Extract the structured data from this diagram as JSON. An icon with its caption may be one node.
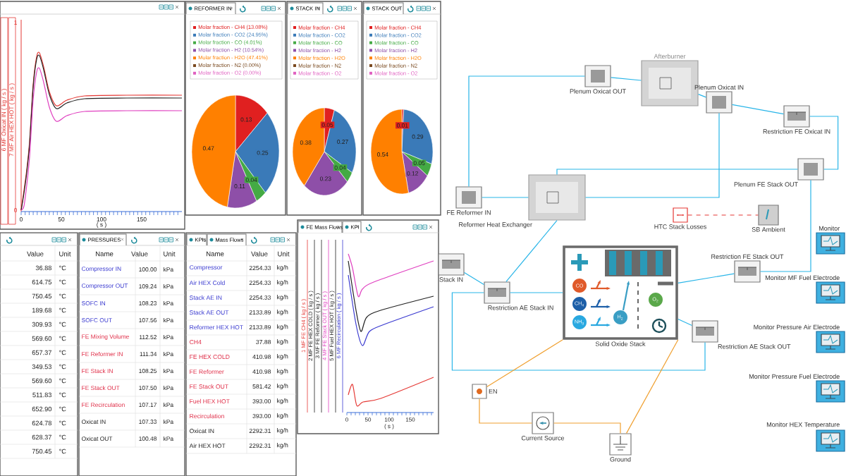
{
  "diagram": {
    "nodes": [
      {
        "text": [
          "Plenum Oxicat OUT"
        ]
      },
      {
        "text": [
          "Afterburner"
        ]
      },
      {
        "text": [
          "Plenum Oxicat IN"
        ]
      },
      {
        "text": [
          "Restriction FE Oxicat IN"
        ]
      },
      {
        "text": [
          "Plenum FE Stack OUT"
        ]
      },
      {
        "text": [
          "FE Reformer IN"
        ]
      },
      {
        "text": [
          "Reformer Heat Exchanger"
        ]
      },
      {
        "text": [
          "HTC Stack Losses"
        ]
      },
      {
        "text": [
          "SB Ambient"
        ]
      },
      {
        "text": [
          "Stack IN"
        ]
      },
      {
        "text": [
          "Restriction AE Stack IN"
        ]
      },
      {
        "text": [
          "Solid Oxide Stack"
        ]
      },
      {
        "text": [
          "Restriction FE Stack OUT"
        ]
      },
      {
        "text": [
          "Restriction AE Stack OUT"
        ]
      },
      {
        "text": [
          "EN"
        ]
      },
      {
        "text": [
          "Current Source"
        ]
      },
      {
        "text": [
          "Ground"
        ]
      },
      {
        "text": [
          "Monitor"
        ]
      },
      {
        "text": [
          "Monitor MF Fuel Electrode"
        ]
      },
      {
        "text": [
          "Monitor Pressure Air Electrode"
        ]
      },
      {
        "text": [
          "Monitor Pressure Fuel Electrode"
        ]
      },
      {
        "text": [
          "Monitor HEX Temperature"
        ]
      }
    ],
    "edges": [
      {
        "from": 0,
        "to": 1,
        "arrow": "none"
      },
      {
        "from": 1,
        "to": 2,
        "arrow": "none"
      },
      {
        "from": 2,
        "to": 3,
        "arrow": "none"
      },
      {
        "from": 3,
        "to": 4,
        "arrow": "none"
      },
      {
        "from": 6,
        "to": 2,
        "arrow": "none"
      },
      {
        "from": 0,
        "to": 5,
        "arrow": "none"
      },
      {
        "from": 4,
        "to": 6,
        "arrow": "none"
      },
      {
        "from": 5,
        "to": 6,
        "arrow": "none"
      },
      {
        "from": 6,
        "to": 10,
        "arrow": "none"
      },
      {
        "from": 9,
        "to": 10,
        "arrow": "none"
      },
      {
        "from": 10,
        "to": 11,
        "arrow": "none"
      },
      {
        "from": 11,
        "to": 13,
        "arrow": "none"
      },
      {
        "from": 12,
        "to": 11,
        "arrow": "none"
      },
      {
        "from": 12,
        "to": 4,
        "arrow": "none"
      },
      {
        "from": 10,
        "to": 13,
        "arrow": "none"
      },
      {
        "from": 11,
        "to": 14,
        "arrow": "none",
        "color": "#f0a030"
      },
      {
        "from": 14,
        "to": 15,
        "arrow": "none",
        "color": "#f0a030"
      },
      {
        "from": 15,
        "to": 16,
        "arrow": "none",
        "color": "#f0a030"
      },
      {
        "from": 16,
        "to": 11,
        "arrow": "none",
        "color": "#f0a030"
      },
      {
        "from": 7,
        "to": 8,
        "arrow": "none",
        "style": "dashed",
        "color": "#e53935"
      }
    ],
    "labels": [
      "6 MF Oxicat IN ( kg / s )",
      "7 MF Air HEX HOT ( kg / s )",
      "1",
      "0",
      "0",
      "50",
      "100",
      "150",
      "( s )",
      "REFORMER IN",
      "Molar fraction - CH4 (13.08%)",
      "Molar fraction - CO2 (24.95%)",
      "Molar fraction - CO (4.01%)",
      "Molar fraction - H2 (10.54%)",
      "Molar fraction - H2O (47.41%)",
      "Molar fraction - N2 (0.00%)",
      "Molar fraction - O2 (0.00%)",
      "0.13",
      "0.25",
      "0.04",
      "0.11",
      "0.47",
      "STACK IN",
      "Molar fraction - CH4",
      "Molar fraction - CO2",
      "Molar fraction - CO",
      "Molar fraction - H2",
      "Molar fraction - H2O",
      "Molar fraction - N2",
      "Molar fraction - O2",
      "0.05",
      "0.27",
      "0.04",
      "0.23",
      "0.38",
      "STACK OUT",
      "Molar fraction - CH4",
      "Molar fraction - CO2",
      "Molar fraction - CO",
      "Molar fraction - H2",
      "Molar fraction - H2O",
      "Molar fraction - N2",
      "Molar fraction - O2",
      "0.01",
      "0.29",
      "0.05",
      "0.12",
      "0.54",
      "Value",
      "Unit",
      "36.88",
      "°C",
      "614.75",
      "°C",
      "750.45",
      "°C",
      "189.68",
      "°C",
      "309.93",
      "°C",
      "569.60",
      "°C",
      "657.37",
      "°C",
      "349.53",
      "°C",
      "569.60",
      "°C",
      "511.83",
      "°C",
      "652.90",
      "°C",
      "624.78",
      "°C",
      "628.37",
      "°C",
      "750.45",
      "°C",
      "PRESSURES",
      "Name",
      "Value",
      "Unit",
      "Compressor IN",
      "100.00",
      "kPa",
      "Compressor OUT",
      "109.24",
      "kPa",
      "SOFC IN",
      "108.23",
      "kPa",
      "SOFC OUT",
      "107.56",
      "kPa",
      "FE Mixing Volume",
      "112.52",
      "kPa",
      "FE Reformer IN",
      "111.34",
      "kPa",
      "FE Stack IN",
      "108.25",
      "kPa",
      "FE Stack OUT",
      "107.50",
      "kPa",
      "FE Recirculation",
      "107.17",
      "kPa",
      "Oxicat IN",
      "107.33",
      "kPa",
      "Oxicat OUT",
      "100.48",
      "kPa",
      "KPIs",
      "Mass Flows",
      "Name",
      "Value",
      "Unit",
      "Compressor",
      "2254.33",
      "kg/h",
      "Air HEX Cold",
      "2254.33",
      "kg/h",
      "Stack AE IN",
      "2254.33",
      "kg/h",
      "Stack AE OUT",
      "2133.89",
      "kg/h",
      "Reformer HEX HOT",
      "2133.89",
      "kg/h",
      "CH4",
      "37.88",
      "kg/h",
      "FE HEX COLD",
      "410.98",
      "kg/h",
      "FE Reformer",
      "410.98",
      "kg/h",
      "FE Stack OUT",
      "581.42",
      "kg/h",
      "Fuel HEX HOT",
      "393.00",
      "kg/h",
      "Recirculation",
      "393.00",
      "kg/h",
      "Oxicat IN",
      "2292.31",
      "kg/h",
      "Air HEX HOT",
      "2292.31",
      "kg/h",
      "FE Mass Flows",
      "KPI",
      "1 MF FE CH4 ( kg / s )",
      "2 MF FE HEX COLD ( kg / s )",
      "3 MF FE Reformer ( kg / s )",
      "4 MF FE Stack OUT ( kg / s )",
      "5 MF Fuel HEX HOT ( kg / s )",
      "6 MF Recirculation ( kg / s )",
      "0",
      "50",
      "100",
      "150",
      "( s )",
      "CO",
      "CH$_{4}$",
      "NH$_{3}$",
      "H$_{2}$",
      "O$_{2}$"
    ]
  }
}
